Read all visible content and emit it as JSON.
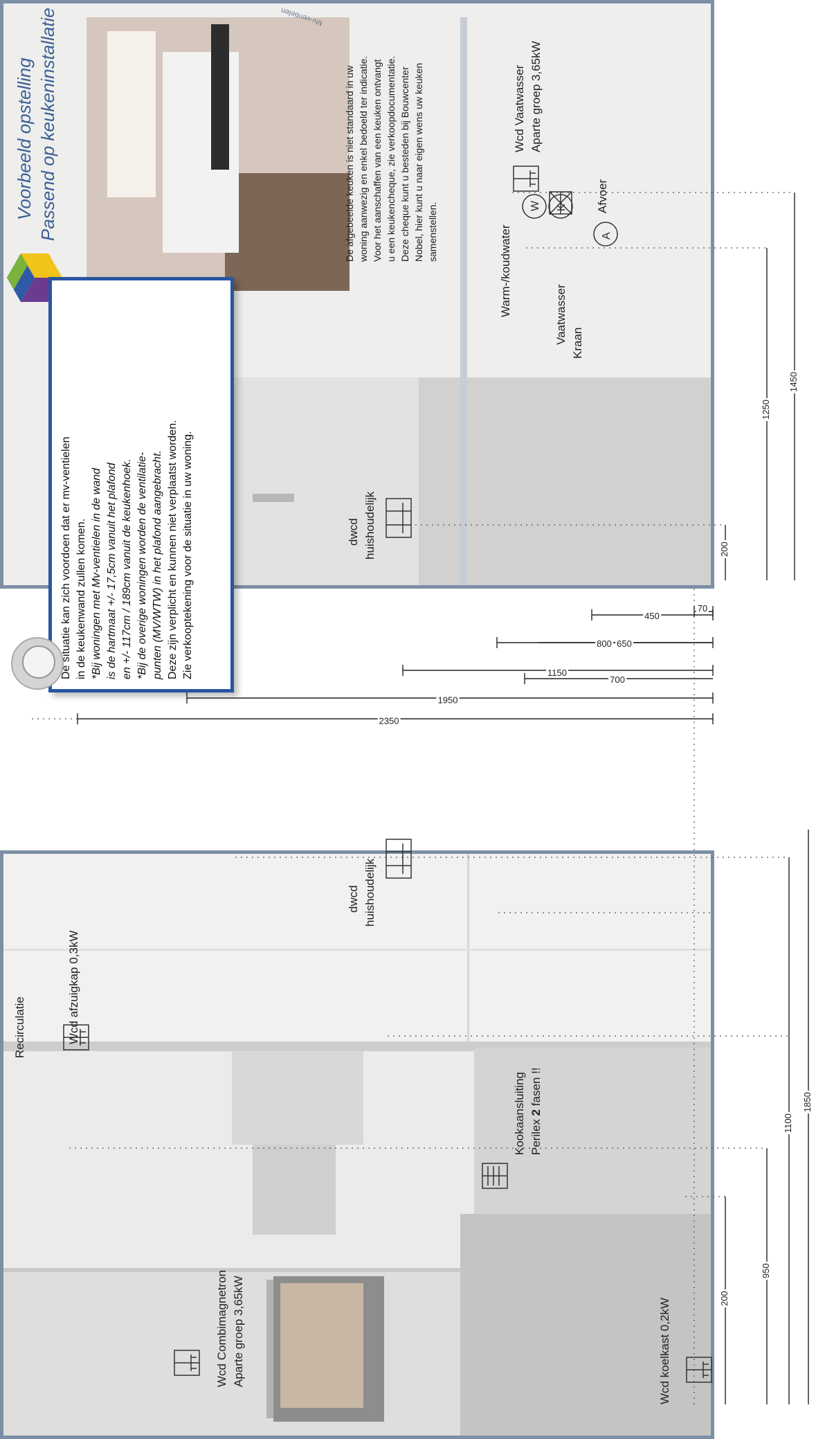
{
  "brand": {
    "heading_line1": "Voorbeeld opstelling",
    "heading_line2": "Passend op keukeninstallatie",
    "photo_tag": "Mv-ventielen",
    "logo_colors": [
      "#2e5aa8",
      "#7ab23c",
      "#f2c318",
      "#6b3b8f"
    ]
  },
  "note_box": {
    "line1": "De situatie kan zich voordoen dat er mv-ventielen",
    "line2": "in de keukenwand zullen komen.",
    "line3": "*Bij woningen met Mv-ventielen in de wand",
    "line4": "is de hartmaat +/- 17,5cm vanuit het plafond",
    "line5": "en +/- 117cm / 189cm vanuit de keukenhoek.",
    "line6": "*Bij de overige woningen worden de ventilatie-",
    "line7": "punten (MV/WTW) in het plafond aangebracht.",
    "line8": "Deze zijn verplicht en kunnen niet verplaatst worden.",
    "line9": "Zie verkooptekening voor de situatie in uw woning."
  },
  "disclaimer": {
    "line1": "De afgebeelde keuken is niet standaard in uw",
    "line2": "woning aanwezig en enkel bedoeld ter indicatie.",
    "line3": "Voor het aanschaffen van een keuken ontvangt",
    "line4": "u een keukencheque, zie verkoopdocumentatie.",
    "line5": "Deze cheque kunt u besteden bij Bouwcenter",
    "line6": "Nobel, hier kunt u naar eigen wens uw keuken",
    "line7": "samenstellen."
  },
  "labels": {
    "recirculatie": "Recirculatie",
    "wcd_afzuigkap": "Wcd afzuigkap 0,3kW",
    "wcd_combi_1": "Wcd Combimagnetron",
    "wcd_combi_2": "Aparte groep 3,65kW",
    "wcd_koelkast": "Wcd koelkast 0,2kW",
    "dwcd_left_1": "dwcd",
    "dwcd_left_2": "huishoudelijk",
    "kook_1": "Kookaansluiting",
    "kook_2a": "Perilex ",
    "kook_2b": "2",
    "kook_2c": " fasen !!",
    "dwcd_right_1": "dwcd",
    "dwcd_right_2": "huishoudelijk",
    "warm_koud": "Warm-/koudwater",
    "vaatwasser_1": "Vaatwasser",
    "vaatwasser_2": "Kraan",
    "afvoer": "Afvoer",
    "wcd_vaatwasser_1": "Wcd Vaatwasser",
    "wcd_vaatwasser_2": "Aparte groep 3,65kW"
  },
  "dimensions": {
    "height_2350": "2350",
    "height_1950": "1950",
    "height_1150": "1150",
    "height_800": "800",
    "height_70": "70",
    "height_700": "700",
    "height_650": "650",
    "height_450": "450",
    "left_200": "200",
    "left_950": "950",
    "left_1100": "1100",
    "left_1850": "1850",
    "right_200": "200",
    "right_1250": "1250",
    "right_1450": "1450"
  }
}
